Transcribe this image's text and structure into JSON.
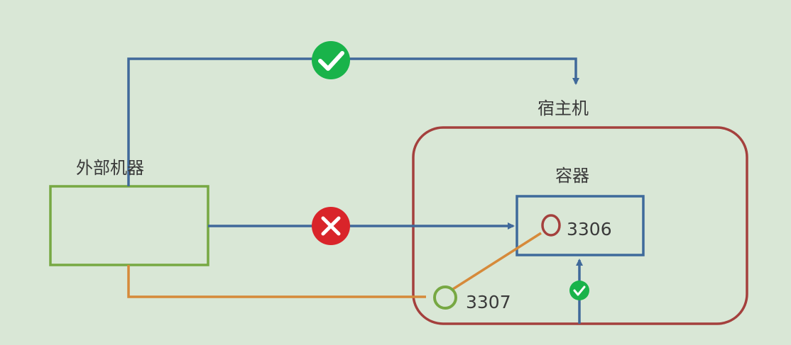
{
  "labels": {
    "external_machine": "外部机器",
    "host": "宿主机",
    "container": "容器",
    "container_port": "3306",
    "host_port": "3307"
  },
  "colors": {
    "background": "#d9e7d6",
    "external_box": "#77a843",
    "host_box": "#a4403d",
    "container_box": "#3e6a9b",
    "arrow_blue": "#40699a",
    "arrow_orange": "#d68a3a",
    "ok_badge": "#19b34a",
    "fail_badge": "#d9242a"
  },
  "status_icons": {
    "top_path": "check-icon",
    "direct_path": "cross-icon",
    "host_to_container": "check-icon"
  }
}
